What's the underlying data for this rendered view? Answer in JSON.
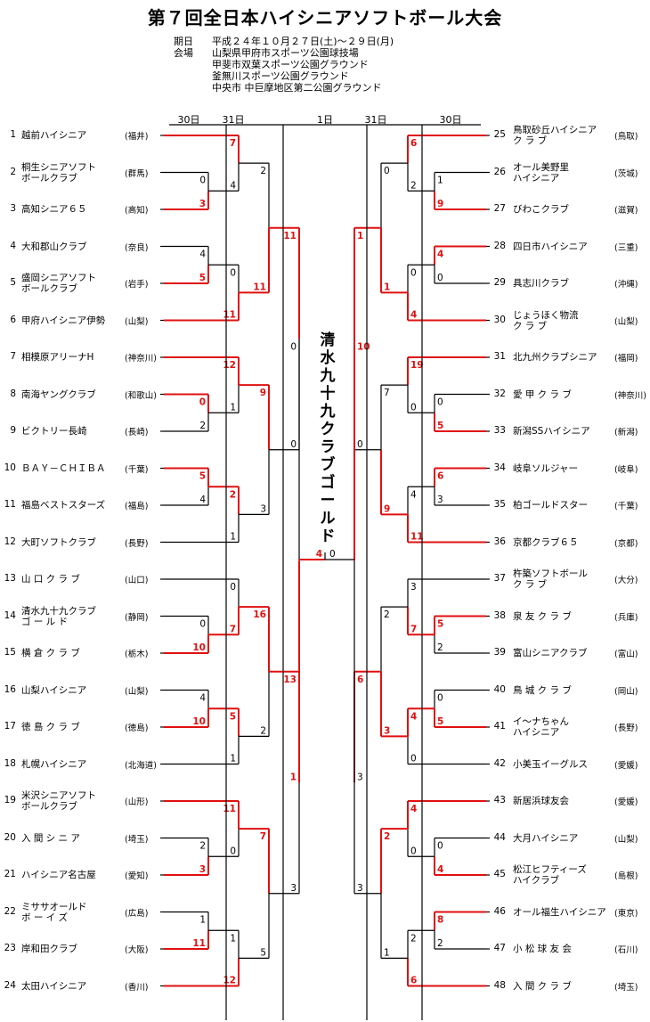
{
  "title": "第７回全日本ハイシニアソフトボール大会",
  "info": [
    {
      "label": "期日",
      "value": "平成２４年１０月２７日(土)～２９日(月)"
    },
    {
      "label": "会場",
      "value": "山梨県甲府市スポーツ公園球技場"
    },
    {
      "label": "",
      "value": "甲斐市双葉スポーツ公園グラウンド"
    },
    {
      "label": "",
      "value": "釜無川スポーツ公園グラウンド"
    },
    {
      "label": "",
      "value": "中央市 中巨摩地区第二公園グラウンド"
    }
  ],
  "column_headers": [
    "30日",
    "31日",
    "1日",
    "31日",
    "30日"
  ],
  "champion": "清水九十九クラブゴールド",
  "colors": {
    "win": "#e01010",
    "line": "#000000"
  },
  "left_teams": [
    {
      "seed": "1",
      "name": "越前ハイシニア",
      "pref": "(福井)"
    },
    {
      "seed": "2",
      "name": "桐生シニアソフト\nボールクラブ",
      "pref": "(群馬)"
    },
    {
      "seed": "3",
      "name": "高知シニア６５",
      "pref": "(高知)"
    },
    {
      "seed": "4",
      "name": "大和郡山クラブ",
      "pref": "(奈良)"
    },
    {
      "seed": "5",
      "name": "盛岡シニアソフト\nボールクラブ",
      "pref": "(岩手)"
    },
    {
      "seed": "6",
      "name": "甲府ハイシニア伊勢",
      "pref": "(山梨)"
    },
    {
      "seed": "7",
      "name": "相模原アリーナH",
      "pref": "(神奈川)"
    },
    {
      "seed": "8",
      "name": "南海ヤングクラブ",
      "pref": "(和歌山)"
    },
    {
      "seed": "9",
      "name": "ビクトリー長崎",
      "pref": "(長崎)"
    },
    {
      "seed": "10",
      "name": "ＢＡＹ－ＣＨＩＢＡ",
      "pref": "(千葉)"
    },
    {
      "seed": "11",
      "name": "福島ベストスターズ",
      "pref": "(福島)"
    },
    {
      "seed": "12",
      "name": "大町ソフトクラブ",
      "pref": "(長野)"
    },
    {
      "seed": "13",
      "name": "山 口 ク ラ ブ",
      "pref": "(山口)"
    },
    {
      "seed": "14",
      "name": "清水九十九クラブ\nゴ ー ル ド",
      "pref": "(静岡)"
    },
    {
      "seed": "15",
      "name": "横 倉 ク ラ ブ",
      "pref": "(栃木)"
    },
    {
      "seed": "16",
      "name": "山梨ハイシニア",
      "pref": "(山梨)"
    },
    {
      "seed": "17",
      "name": "徳 島 ク ラ ブ",
      "pref": "(徳島)"
    },
    {
      "seed": "18",
      "name": "札幌ハイシニア",
      "pref": "(北海道)"
    },
    {
      "seed": "19",
      "name": "米沢シニアソフト\nボールクラブ",
      "pref": "(山形)"
    },
    {
      "seed": "20",
      "name": "入 間 シ ニ ア",
      "pref": "(埼玉)"
    },
    {
      "seed": "21",
      "name": "ハイシニア名古屋",
      "pref": "(愛知)"
    },
    {
      "seed": "22",
      "name": "ミササオールド\nボ ー イ ズ",
      "pref": "(広島)"
    },
    {
      "seed": "23",
      "name": "岸和田クラブ",
      "pref": "(大阪)"
    },
    {
      "seed": "24",
      "name": "太田ハイシニア",
      "pref": "(香川)"
    }
  ],
  "right_teams": [
    {
      "seed": "25",
      "name": "鳥取砂丘ハイシニア\nク ラ ブ",
      "pref": "(鳥取)"
    },
    {
      "seed": "26",
      "name": "オール美野里\nハイシニア",
      "pref": "(茨城)"
    },
    {
      "seed": "27",
      "name": "びわこクラブ",
      "pref": "(滋賀)"
    },
    {
      "seed": "28",
      "name": "四日市ハイシニア",
      "pref": "(三重)"
    },
    {
      "seed": "29",
      "name": "具志川クラブ",
      "pref": "(沖縄)"
    },
    {
      "seed": "30",
      "name": "じょうほく物流\nク ラ ブ",
      "pref": "(山梨)"
    },
    {
      "seed": "31",
      "name": "北九州クラブシニア",
      "pref": "(福岡)"
    },
    {
      "seed": "32",
      "name": "愛 甲 ク ラ ブ",
      "pref": "(神奈川)"
    },
    {
      "seed": "33",
      "name": "新潟SSハイシニア",
      "pref": "(新潟)"
    },
    {
      "seed": "34",
      "name": "岐阜ソルジャー",
      "pref": "(岐阜)"
    },
    {
      "seed": "35",
      "name": "柏ゴールドスター",
      "pref": "(千葉)"
    },
    {
      "seed": "36",
      "name": "京都クラブ６５",
      "pref": "(京都)"
    },
    {
      "seed": "37",
      "name": "杵築ソフトボール\nク ラ ブ",
      "pref": "(大分)"
    },
    {
      "seed": "38",
      "name": "泉 友 ク ラ ブ",
      "pref": "(兵庫)"
    },
    {
      "seed": "39",
      "name": "富山シニアクラブ",
      "pref": "(富山)"
    },
    {
      "seed": "40",
      "name": "鳥 城 ク ラ ブ",
      "pref": "(岡山)"
    },
    {
      "seed": "41",
      "name": "イ～ナちゃん\nハイシニア",
      "pref": "(長野)"
    },
    {
      "seed": "42",
      "name": "小美玉イーグルス",
      "pref": "(愛媛)"
    },
    {
      "seed": "43",
      "name": "新居浜球友会",
      "pref": "(愛媛)"
    },
    {
      "seed": "44",
      "name": "大月ハイシニア",
      "pref": "(山梨)"
    },
    {
      "seed": "45",
      "name": "松江ヒフティーズ\nハイクラブ",
      "pref": "(島根)"
    },
    {
      "seed": "46",
      "name": "オール福生ハイシニア",
      "pref": "(東京)"
    },
    {
      "seed": "47",
      "name": "小 松 球 友 会",
      "pref": "(石川)"
    },
    {
      "seed": "48",
      "name": "入 間 ク ラ ブ",
      "pref": "(埼玉)"
    }
  ],
  "left_r1": [
    {
      "top": "0",
      "bot": "3",
      "win": "bot"
    },
    {
      "top": "4",
      "bot": "5",
      "win": "bot"
    },
    {
      "top": "0",
      "bot": "2",
      "win": "top"
    },
    {
      "top": "5",
      "bot": "4",
      "win": "top"
    },
    {
      "top": "0",
      "bot": "10",
      "win": "bot"
    },
    {
      "top": "4",
      "bot": "10",
      "win": "bot"
    },
    {
      "top": "2",
      "bot": "3",
      "win": "bot"
    },
    {
      "top": "1",
      "bot": "11",
      "win": "bot"
    }
  ],
  "left_r2": [
    {
      "top": "7",
      "bot": "4",
      "win": "top"
    },
    {
      "top": "0",
      "bot": "11",
      "win": "bot"
    },
    {
      "top": "12",
      "bot": "1",
      "win": "top"
    },
    {
      "top": "2",
      "bot": "1",
      "win": "top"
    },
    {
      "top": "0",
      "bot": "7",
      "win": "bot"
    },
    {
      "top": "5",
      "bot": "1",
      "win": "top"
    },
    {
      "top": "11",
      "bot": "0",
      "win": "top"
    },
    {
      "top": "1",
      "bot": "12",
      "win": "bot"
    }
  ],
  "left_r3": [
    {
      "top": "2",
      "bot": "11",
      "win": "bot"
    },
    {
      "top": "9",
      "bot": "3",
      "win": "top"
    },
    {
      "top": "16",
      "bot": "2",
      "win": "top"
    },
    {
      "top": "7",
      "bot": "5",
      "win": "top"
    }
  ],
  "left_r4": [
    {
      "top": "11",
      "bot": "0",
      "win": "top"
    },
    {
      "top": "13",
      "bot": "3",
      "win": "top"
    }
  ],
  "left_r5": [
    {
      "top": "0",
      "bot": "1",
      "win": "bot"
    }
  ],
  "right_r1": [
    {
      "top": "1",
      "bot": "9",
      "win": "bot"
    },
    {
      "top": "4",
      "bot": "0",
      "win": "top"
    },
    {
      "top": "0",
      "bot": "5",
      "win": "bot"
    },
    {
      "top": "6",
      "bot": "3",
      "win": "top"
    },
    {
      "top": "5",
      "bot": "2",
      "win": "top"
    },
    {
      "top": "0",
      "bot": "5",
      "win": "bot"
    },
    {
      "top": "0",
      "bot": "4",
      "win": "bot"
    },
    {
      "top": "8",
      "bot": "2",
      "win": "top"
    }
  ],
  "right_r2": [
    {
      "top": "6",
      "bot": "2",
      "win": "top"
    },
    {
      "top": "0",
      "bot": "4",
      "win": "bot"
    },
    {
      "top": "19",
      "bot": "0",
      "win": "top"
    },
    {
      "top": "4",
      "bot": "11",
      "win": "bot"
    },
    {
      "top": "3",
      "bot": "7",
      "win": "bot"
    },
    {
      "top": "4",
      "bot": "0",
      "win": "top"
    },
    {
      "top": "4",
      "bot": "0",
      "win": "top"
    },
    {
      "top": "2",
      "bot": "6",
      "win": "bot"
    }
  ],
  "right_r3": [
    {
      "top": "0",
      "bot": "1",
      "win": "bot"
    },
    {
      "top": "7",
      "bot": "9",
      "win": "bot"
    },
    {
      "top": "2",
      "bot": "3",
      "win": "bot"
    },
    {
      "top": "2",
      "bot": "1",
      "win": "top"
    }
  ],
  "right_r4": [
    {
      "top": "1",
      "bot": "0",
      "win": "top"
    },
    {
      "top": "6",
      "bot": "3",
      "win": "top"
    }
  ],
  "right_r5": [
    {
      "top": "10",
      "bot": "3",
      "win": "top"
    }
  ],
  "final": {
    "left": "4",
    "right": "0",
    "win": "left"
  }
}
